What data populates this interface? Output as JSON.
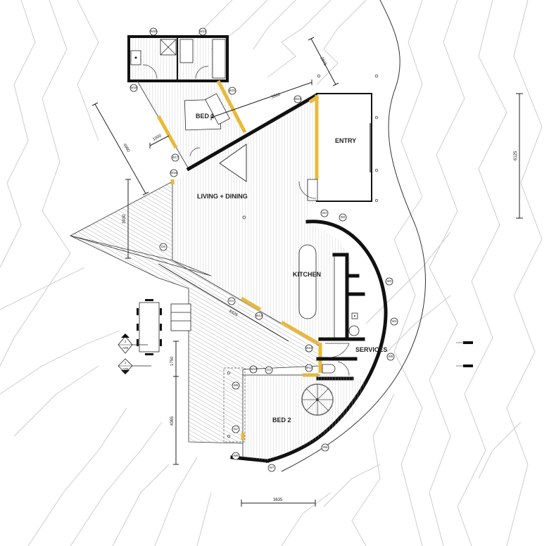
{
  "drawing": {
    "type": "architectural floor plan",
    "rooms": {
      "bed1": "BED 1",
      "entry": "ENTRY",
      "living": "LIVING + DINING",
      "kitchen": "KITCHEN",
      "services": "SERVICES",
      "bed2": "BED 2"
    },
    "dimensions": {
      "d_2845": "2845",
      "d_3960": "3960",
      "d_1000": "1000",
      "d_4960": "4960",
      "d_3930": "3930",
      "d_8325": "8325",
      "d_1750": "1750",
      "d_4365": "4365",
      "d_3635": "3635",
      "d_6125": "6125"
    },
    "window_tags": {
      "w1": "W1",
      "w2": "W2",
      "w3": "W3",
      "w4": "W4",
      "w5": "W5",
      "w6": "W6",
      "w7": "W7",
      "w8": "W8",
      "w9": "W9",
      "w10": "W10",
      "w11": "W11",
      "w12": "W12",
      "w13": "W13",
      "w16": "W16",
      "w17": "W17",
      "w18": "W18",
      "w20": "W20",
      "w21": "W21",
      "w22": "W22",
      "w23": "W23"
    },
    "door_tags": {
      "d2": "D2",
      "d3": "D3",
      "d4": "D4",
      "d6": "D6"
    },
    "section_markers": [
      {
        "number": "2",
        "sheet": "A08"
      },
      {
        "number": "1",
        "sheet": "A08"
      }
    ],
    "colors": {
      "wall": "#111111",
      "yellow_frame": "#e8b93a",
      "contour": "#c8c8c8",
      "background": "#ffffff"
    }
  }
}
